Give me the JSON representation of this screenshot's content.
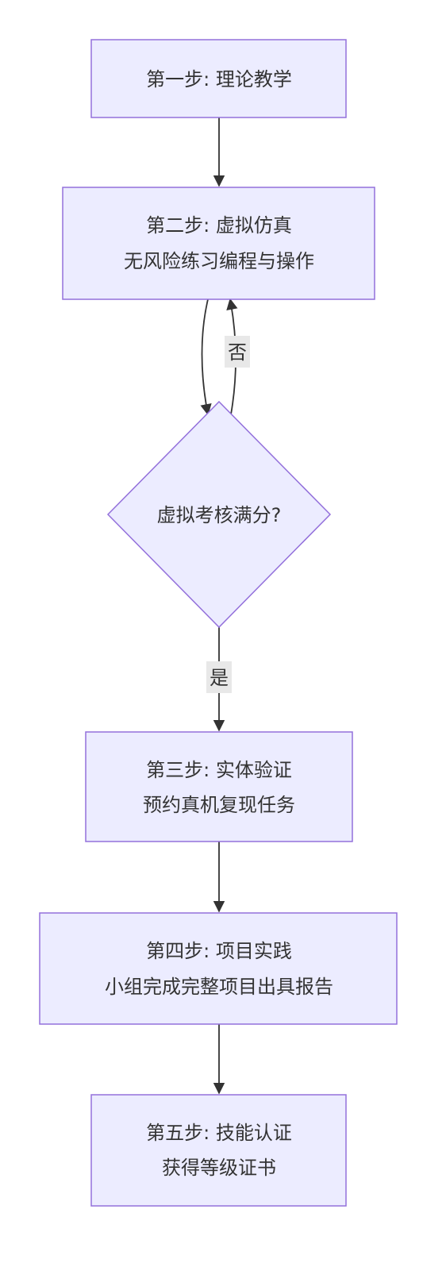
{
  "nodes": {
    "step1": {
      "line1": "第一步: 理论教学"
    },
    "step2": {
      "line1": "第二步: 虚拟仿真",
      "line2": "无风险练习编程与操作"
    },
    "decision": {
      "label": "虚拟考核满分?"
    },
    "step3": {
      "line1": "第三步: 实体验证",
      "line2": "预约真机复现任务"
    },
    "step4": {
      "line1": "第四步: 项目实践",
      "line2": "小组完成完整项目出具报告"
    },
    "step5": {
      "line1": "第五步: 技能认证",
      "line2": "获得等级证书"
    }
  },
  "edges": {
    "no_label": "否",
    "yes_label": "是"
  },
  "colors": {
    "node_fill": "#ECECFF",
    "node_stroke": "#9370DB",
    "edge": "#333333",
    "label_bg": "#e8e8e8"
  }
}
